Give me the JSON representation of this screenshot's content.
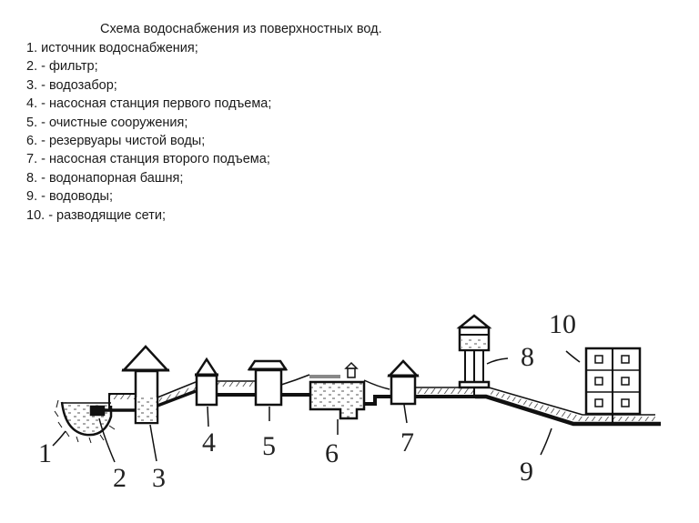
{
  "title": "Схема водоснабжения из поверхностных вод.",
  "legend": [
    {
      "num": "1.",
      "text": "источник водоснабжения;"
    },
    {
      "num": "2.",
      "text": "- фильтр;"
    },
    {
      "num": "3.",
      "text": "- водозабор;"
    },
    {
      "num": "4.",
      "text": "- насосная станция первого подъема;"
    },
    {
      "num": "5.",
      "text": "- очистные сооружения;"
    },
    {
      "num": "6.",
      "text": "- резервуары чистой воды;"
    },
    {
      "num": "7.",
      "text": "- насосная станция второго подъема;"
    },
    {
      "num": "8.",
      "text": "- водонапорная башня;"
    },
    {
      "num": "9.",
      "text": "- водоводы;"
    },
    {
      "num": "10.",
      "text": "- разводящие сети;"
    }
  ],
  "diagram": {
    "callouts": [
      "1",
      "2",
      "3",
      "4",
      "5",
      "6",
      "7",
      "8",
      "9",
      "10"
    ]
  },
  "colors": {
    "ink": "#111111",
    "text": "#1a1a1a",
    "background": "#ffffff"
  }
}
